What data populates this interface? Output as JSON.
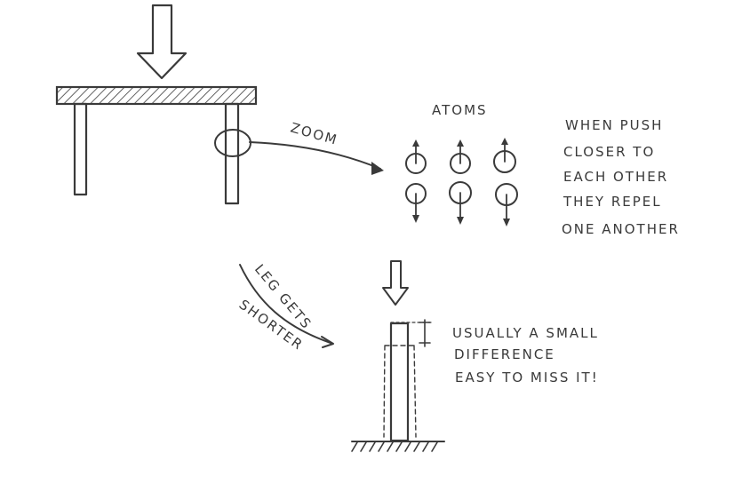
{
  "labels": {
    "zoom": "ZOOM",
    "atoms": "ATOMS",
    "when_push_1": "WHEN PUSH",
    "when_push_2": "CLOSER TO",
    "when_push_3": "EACH OTHER",
    "when_push_4": "THEY REPEL",
    "when_push_5": "ONE ANOTHER",
    "leg_gets": "LEG GETS",
    "shorter": "SHORTER",
    "usually_1": "USUALLY A SMALL",
    "usually_2": "DIFFERENCE",
    "usually_3": "EASY TO MISS IT!"
  },
  "colors": {
    "ink": "#3a3a3a",
    "paper": "#ffffff"
  }
}
